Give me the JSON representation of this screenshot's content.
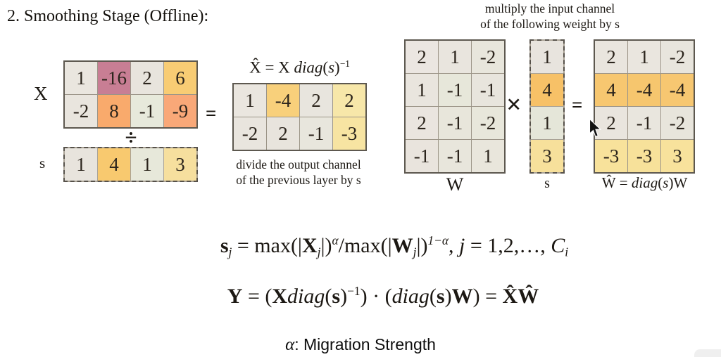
{
  "title": "2. Smoothing Stage (Offline):",
  "accent_colors": {
    "cell_beige": "#e9e5de",
    "cell_green_gray": "#e7e8da",
    "cell_mauve": "#c87e94",
    "cell_orange": "#f9aa6c",
    "cell_amber": "#f8cc74",
    "cell_pale_yellow": "#f6e09e"
  },
  "left": {
    "x_label": "X",
    "s_label": "s",
    "divide_symbol": "÷",
    "equals": "=",
    "x_matrix": {
      "cells": [
        {
          "v": "1",
          "bg": "#eae6df"
        },
        {
          "v": "-16",
          "bg": "#c87e94"
        },
        {
          "v": "2",
          "bg": "#e8e4dd"
        },
        {
          "v": "6",
          "bg": "#f8cc74"
        },
        {
          "v": "-2",
          "bg": "#e9e5de"
        },
        {
          "v": "8",
          "bg": "#f9aa6c"
        },
        {
          "v": "-1",
          "bg": "#e7e9db"
        },
        {
          "v": "-9",
          "bg": "#f9a878"
        }
      ]
    },
    "s_row": {
      "cells": [
        {
          "v": "1",
          "bg": "#e8e4dd"
        },
        {
          "v": "4",
          "bg": "#f8c96f"
        },
        {
          "v": "1",
          "bg": "#e7e8da"
        },
        {
          "v": "3",
          "bg": "#f6df9e"
        }
      ]
    },
    "xhat_equation": {
      "lhs": "X̂ = X ",
      "diag": "diag",
      "p1": "(",
      "s": "s",
      "p2": ")",
      "exp": "−1"
    },
    "xhat_matrix": {
      "cells": [
        {
          "v": "1",
          "bg": "#eae6df"
        },
        {
          "v": "-4",
          "bg": "#f8d07b"
        },
        {
          "v": "2",
          "bg": "#e8e5de"
        },
        {
          "v": "2",
          "bg": "#f7e7a9"
        },
        {
          "v": "-2",
          "bg": "#e9e5de"
        },
        {
          "v": "2",
          "bg": "#e8e4dd"
        },
        {
          "v": "-1",
          "bg": "#e8e6dd"
        },
        {
          "v": "-3",
          "bg": "#f7e4a2"
        }
      ]
    },
    "caption1": "divide the output channel",
    "caption2": "of the previous layer by s"
  },
  "right": {
    "caption1": "multiply the input channel",
    "caption2": "of the following weight by s",
    "w_label": "W",
    "s_label": "s",
    "times_symbol": "×",
    "equals": "=",
    "w_matrix": {
      "cells": [
        {
          "v": "2",
          "bg": "#ebe6e1"
        },
        {
          "v": "1",
          "bg": "#e9e5de"
        },
        {
          "v": "-2",
          "bg": "#e8e6dc"
        },
        {
          "v": "1",
          "bg": "#e9e5de"
        },
        {
          "v": "-1",
          "bg": "#e7e7da"
        },
        {
          "v": "-1",
          "bg": "#e8e5dd"
        },
        {
          "v": "2",
          "bg": "#eae5df"
        },
        {
          "v": "-1",
          "bg": "#e8e6db"
        },
        {
          "v": "-2",
          "bg": "#e8e7db"
        },
        {
          "v": "-1",
          "bg": "#e9e4dd"
        },
        {
          "v": "-1",
          "bg": "#e8e6dc"
        },
        {
          "v": "1",
          "bg": "#e9e6dc"
        }
      ]
    },
    "s_col": {
      "cells": [
        {
          "v": "1",
          "bg": "#e8e4de"
        },
        {
          "v": "4",
          "bg": "#f7c167"
        },
        {
          "v": "1",
          "bg": "#e5e6d9"
        },
        {
          "v": "3",
          "bg": "#f7e09b"
        }
      ]
    },
    "what_matrix": {
      "cells": [
        {
          "v": "2",
          "bg": "#e9e5de"
        },
        {
          "v": "1",
          "bg": "#eae6df"
        },
        {
          "v": "-2",
          "bg": "#e8e5dd"
        },
        {
          "v": "4",
          "bg": "#f7c770"
        },
        {
          "v": "-4",
          "bg": "#f6c66e"
        },
        {
          "v": "-4",
          "bg": "#f7c771"
        },
        {
          "v": "2",
          "bg": "#e9e5de"
        },
        {
          "v": "-1",
          "bg": "#e9e6de"
        },
        {
          "v": "-2",
          "bg": "#e8e5dc"
        },
        {
          "v": "-3",
          "bg": "#f8e29b"
        },
        {
          "v": "-3",
          "bg": "#f7e19a"
        },
        {
          "v": "3",
          "bg": "#f8e29c"
        }
      ]
    },
    "what_equation": {
      "lhs": "Ŵ = ",
      "diag": "diag",
      "p1": "(",
      "s": "s",
      "p2": ")",
      "w": "W"
    }
  },
  "formulas": {
    "line1": {
      "s": "s",
      "s_sub": "j",
      "eq": " = max(|",
      "X": "X",
      "x_sub": "j",
      "close1": "|)",
      "exp1": "α",
      "slash": "/",
      "max2": "max(|",
      "W": "W",
      "w_sub": "j",
      "close2": "|)",
      "exp2": "1−α",
      "tail1": ", ",
      "j": "j",
      "tail2": " = 1,2,…, ",
      "C": "C",
      "c_sub": "i"
    },
    "line2": {
      "Y": "Y",
      "t1": " = (",
      "X": "X",
      "diag1": "diag",
      "t2": "(",
      "s1": "s",
      "t3": ")",
      "exp": "−1",
      "t4": ") · (",
      "diag2": "diag",
      "t5": "(",
      "s2": "s",
      "t6": ")",
      "W": "W",
      "t7": ") = ",
      "res": "X̂Ŵ"
    },
    "alpha_note": {
      "alpha": "α",
      "rest": ": Migration Strength"
    }
  }
}
